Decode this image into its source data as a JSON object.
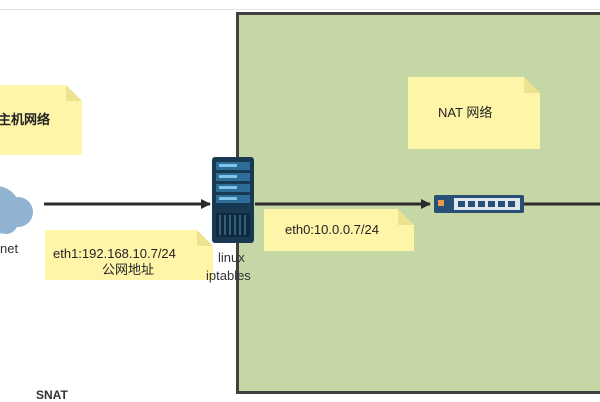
{
  "nat_zone": {
    "title": "NAT 网络"
  },
  "host_network": {
    "title": "主机网络"
  },
  "internet": {
    "label": "net",
    "icon": "cloud-icon"
  },
  "gateway": {
    "icon": "server-icon",
    "name_line1": "linux",
    "name_line2": "iptables",
    "eth1_line1": "eth1:192.168.10.7/24",
    "eth1_line2": "公网地址",
    "eth0": "eth0:10.0.0.7/24"
  },
  "switch": {
    "icon": "switch-icon"
  },
  "snat_label": "SNAT",
  "colors": {
    "nat_fill": "#c5d7a5",
    "note_fill": "#fff5a8",
    "cloud": "#8fb3d1"
  }
}
